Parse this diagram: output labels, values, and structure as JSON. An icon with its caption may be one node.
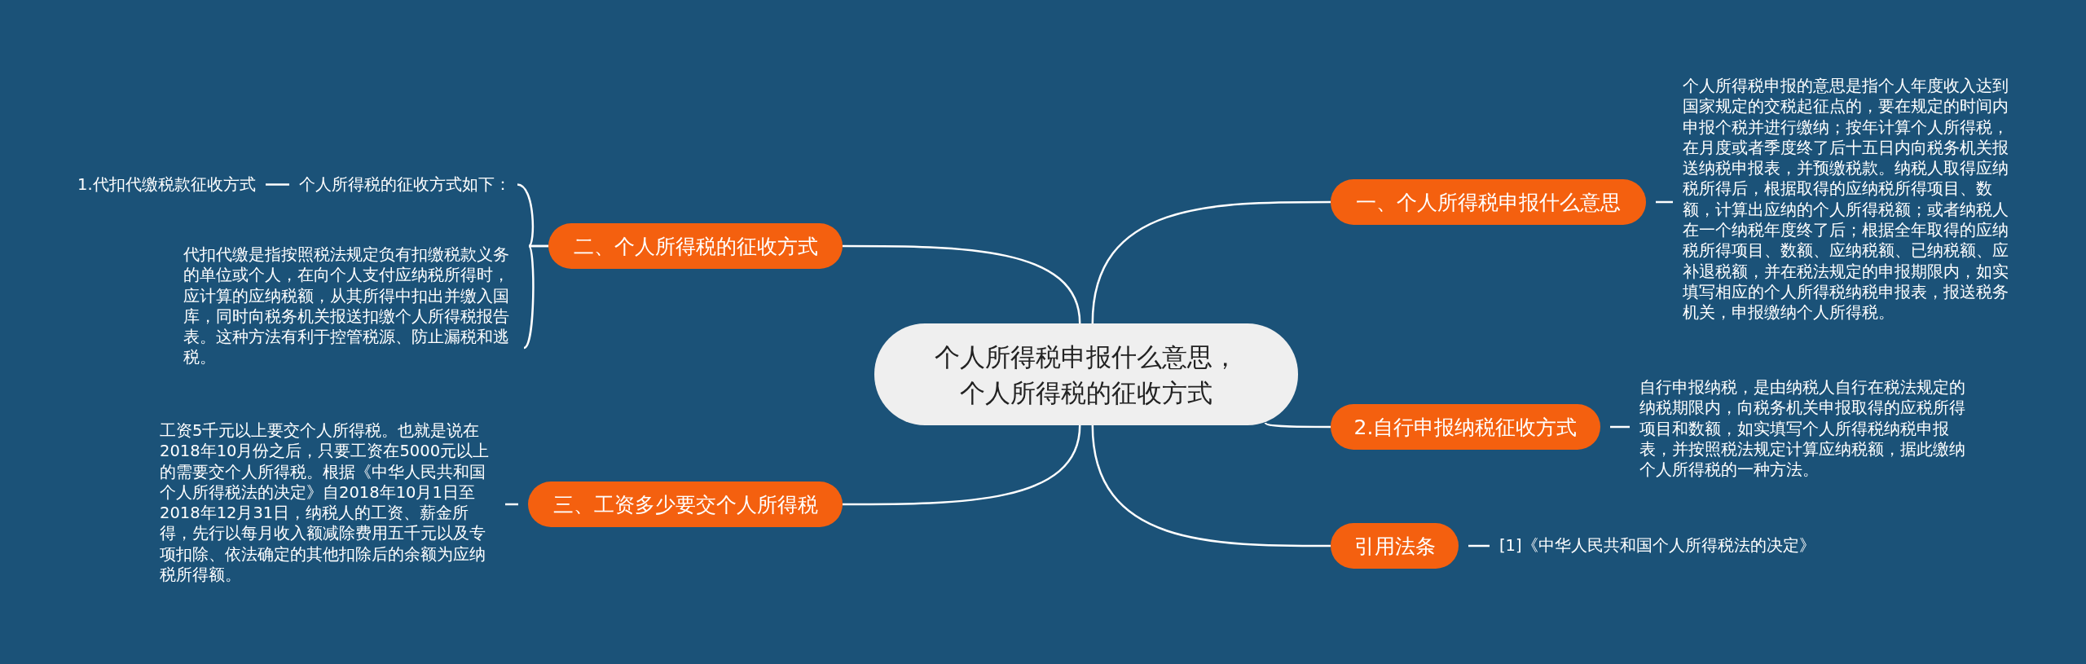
{
  "diagram": {
    "nodes": [
      {
        "text": [
          "个人所得税申报什么意思，个人所得税的征收方式"
        ]
      },
      {
        "text": [
          "一、个人所得税申报什么意思"
        ]
      },
      {
        "text": [
          "个人所得税申报的意思是指个人年度收入达到国家规定的交税起征点的，要在规定的时间内申报个税并进行缴纳；按年计算个人所得税，在月度或者季度终了后十五日内向税务机关报送纳税申报表，并预缴税款。纳税人取得应纳税所得后，根据取得的应纳税所得项目、数额，计算出应纳的个人所得税额；或者纳税人在一个纳税年度终了后；根据全年取得的应纳税所得项目、数额、应纳税额、已纳税额、应补退税额，并在税法规定的申报期限内，如实填写相应的个人所得税纳税申报表，报送税务机关，申报缴纳个人所得税。"
        ]
      },
      {
        "text": [
          "二、个人所得税的征收方式"
        ]
      },
      {
        "text": [
          "个人所得税的征收方式如下："
        ]
      },
      {
        "text": [
          "1.代扣代缴税款征收方式"
        ]
      },
      {
        "text": [
          "代扣代缴是指按照税法规定负有扣缴税款义务的单位或个人，在向个人支付应纳税所得时，应计算的应纳税额，从其所得中扣出并缴入国库，同时向税务机关报送扣缴个人所得税报告表。这种方法有利于控管税源、防止漏税和逃税。"
        ]
      },
      {
        "text": [
          "三、工资多少要交个人所得税"
        ]
      },
      {
        "text": [
          "工资5千元以上要交个人所得税。也就是说在2018年10月份之后，只要工资在5000元以上的需要交个人所得税。根据《中华人民共和国个人所得税法的决定》自2018年10月1日至2018年12月31日，纳税人的工资、薪金所得，先行以每月收入额减除费用五千元以及专项扣除、依法确定的其他扣除后的余额为应纳税所得额。"
        ]
      },
      {
        "text": [
          "2.自行申报纳税征收方式"
        ]
      },
      {
        "text": [
          "自行申报纳税，是由纳税人自行在税法规定的纳税期限内，向税务机关申报取得的应税所得项目和数额，如实填写个人所得税纳税申报表，并按照税法规定计算应纳税额，据此缴纳个人所得税的一种方法。"
        ]
      },
      {
        "text": [
          "引用法条"
        ]
      },
      {
        "text": [
          "[1]《中华人民共和国个人所得税法的决定》"
        ]
      }
    ],
    "edges": [
      {
        "from": 0,
        "to": 1,
        "arrow": "none"
      },
      {
        "from": 1,
        "to": 2,
        "arrow": "none"
      },
      {
        "from": 0,
        "to": 3,
        "arrow": "none"
      },
      {
        "from": 3,
        "to": 4,
        "arrow": "none"
      },
      {
        "from": 4,
        "to": 5,
        "arrow": "none"
      },
      {
        "from": 3,
        "to": 6,
        "arrow": "none"
      },
      {
        "from": 0,
        "to": 7,
        "arrow": "none"
      },
      {
        "from": 7,
        "to": 8,
        "arrow": "none"
      },
      {
        "from": 0,
        "to": 9,
        "arrow": "none"
      },
      {
        "from": 9,
        "to": 10,
        "arrow": "none"
      },
      {
        "from": 0,
        "to": 11,
        "arrow": "none"
      },
      {
        "from": 11,
        "to": 12,
        "arrow": "none"
      }
    ]
  }
}
